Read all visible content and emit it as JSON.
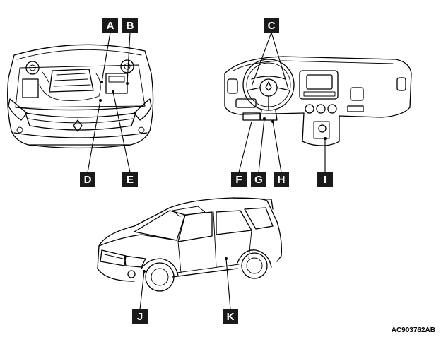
{
  "labels": {
    "A": "A",
    "B": "B",
    "C": "C",
    "D": "D",
    "E": "E",
    "F": "F",
    "G": "G",
    "H": "H",
    "I": "I",
    "J": "J",
    "K": "K"
  },
  "figure_code": "AC903762AB",
  "colors": {
    "label_box": "#1a1a1a",
    "label_text": "#ffffff",
    "line": "#000000"
  }
}
